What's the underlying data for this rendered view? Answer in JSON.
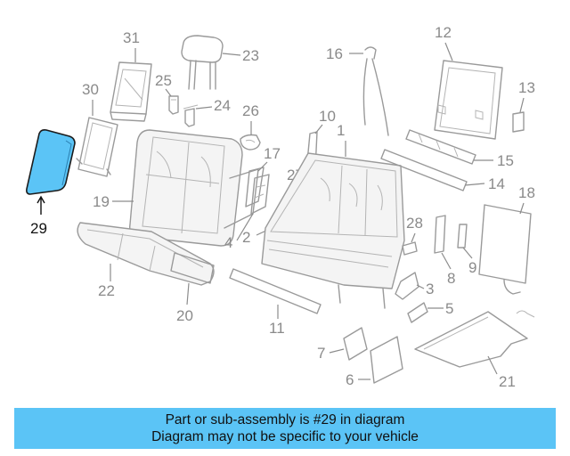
{
  "diagram": {
    "highlight_color": "#5bc4f6",
    "highlighted_part": "29",
    "callouts": [
      "1",
      "2",
      "3",
      "4",
      "5",
      "6",
      "7",
      "8",
      "9",
      "10",
      "11",
      "12",
      "13",
      "14",
      "15",
      "16",
      "17",
      "18",
      "19",
      "20",
      "21",
      "22",
      "23",
      "24",
      "25",
      "26",
      "27",
      "28",
      "29",
      "30",
      "31"
    ]
  },
  "banner": {
    "line1": "Part or sub-assembly is #29 in diagram",
    "line2": "Diagram may not be specific to your vehicle"
  }
}
